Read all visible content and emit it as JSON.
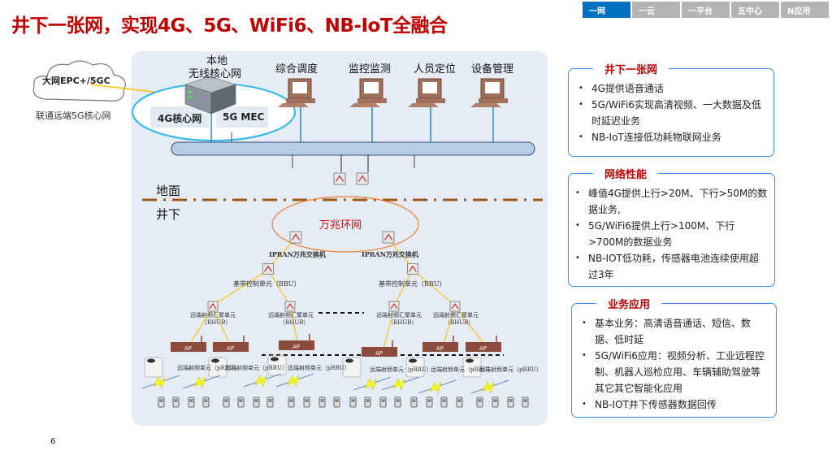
{
  "title": "井下一张网，实现4G、5G、WiFi6、NB-IoT全融合",
  "tabs": [
    {
      "label": "一网",
      "active": true
    },
    {
      "label": "一云"
    },
    {
      "label": "一平台"
    },
    {
      "label": "五中心"
    },
    {
      "label": "N应用"
    }
  ],
  "colors": {
    "accent": "#0070c0",
    "title": "#c00000",
    "box_border": "#3d8ef0",
    "ring": "#ed7d31",
    "link": "#ffc000"
  },
  "diagram": {
    "cloud": "大网EPC+/5GC",
    "cloud_caption": "联通远端5G核心网",
    "core_label_1": "本地",
    "core_label_2": "无线核心网",
    "core_4g": "4G核心网",
    "core_mec": "5G MEC",
    "apps": [
      "综合调度",
      "监控监测",
      "人员定位",
      "设备管理"
    ],
    "ground": "地面",
    "underground": "井下",
    "ring": "万兆环网",
    "switches": [
      "IPRAN万兆交换机",
      "IPRAN万兆交换机"
    ],
    "bbu": [
      "基带控制单元（BBU）",
      "基带控制单元（BBU）"
    ],
    "rhub": "远端射频汇聚单元",
    "rhub_sub": "（RHUB）",
    "ap": "AP",
    "prru": "远端射频单元（pRRU）"
  },
  "boxes": [
    {
      "title": "井下一张网",
      "items": [
        "4G提供语音通话",
        "5G/WiFi6实现高清视频、一大数据及低时延迟业务",
        "NB-IoT连接低功耗物联网业务"
      ]
    },
    {
      "title": "网络性能",
      "items": [
        "峰值4G提供上行>20M、下行>50M的数据业务,",
        "5G/WiFi6提供上行>100M、下行>700M的数据业务",
        "NB-IOT低功耗，传感器电池连续使用超过3年"
      ]
    },
    {
      "title": "业务应用",
      "items": [
        "基本业务：高清语音通话、短信、数据、低时延",
        "5G/WiFi6应用：视频分析、工业远程控制、机器人巡检应用、车辆辅助驾驶等其它其它智能化应用",
        "NB-IOT井下传感器数据回传"
      ]
    }
  ],
  "page_number": "6"
}
